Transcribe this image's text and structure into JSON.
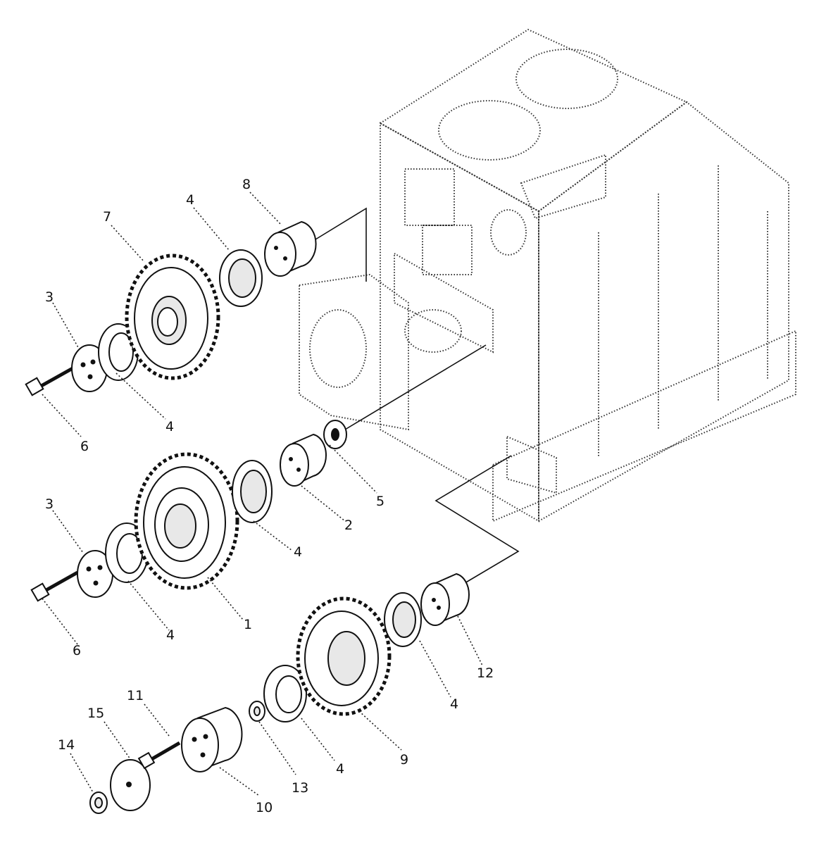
{
  "labels": {
    "l1": "1",
    "l2": "2",
    "l3a": "3",
    "l3b": "3",
    "l4a": "4",
    "l4b": "4",
    "l4c": "4",
    "l4d": "4",
    "l4e": "4",
    "l4f": "4",
    "l5": "5",
    "l6a": "6",
    "l6b": "6",
    "l7": "7",
    "l8": "8",
    "l9": "9",
    "l10": "10",
    "l11": "11",
    "l12": "12",
    "l13": "13",
    "l14": "14",
    "l15": "15"
  }
}
